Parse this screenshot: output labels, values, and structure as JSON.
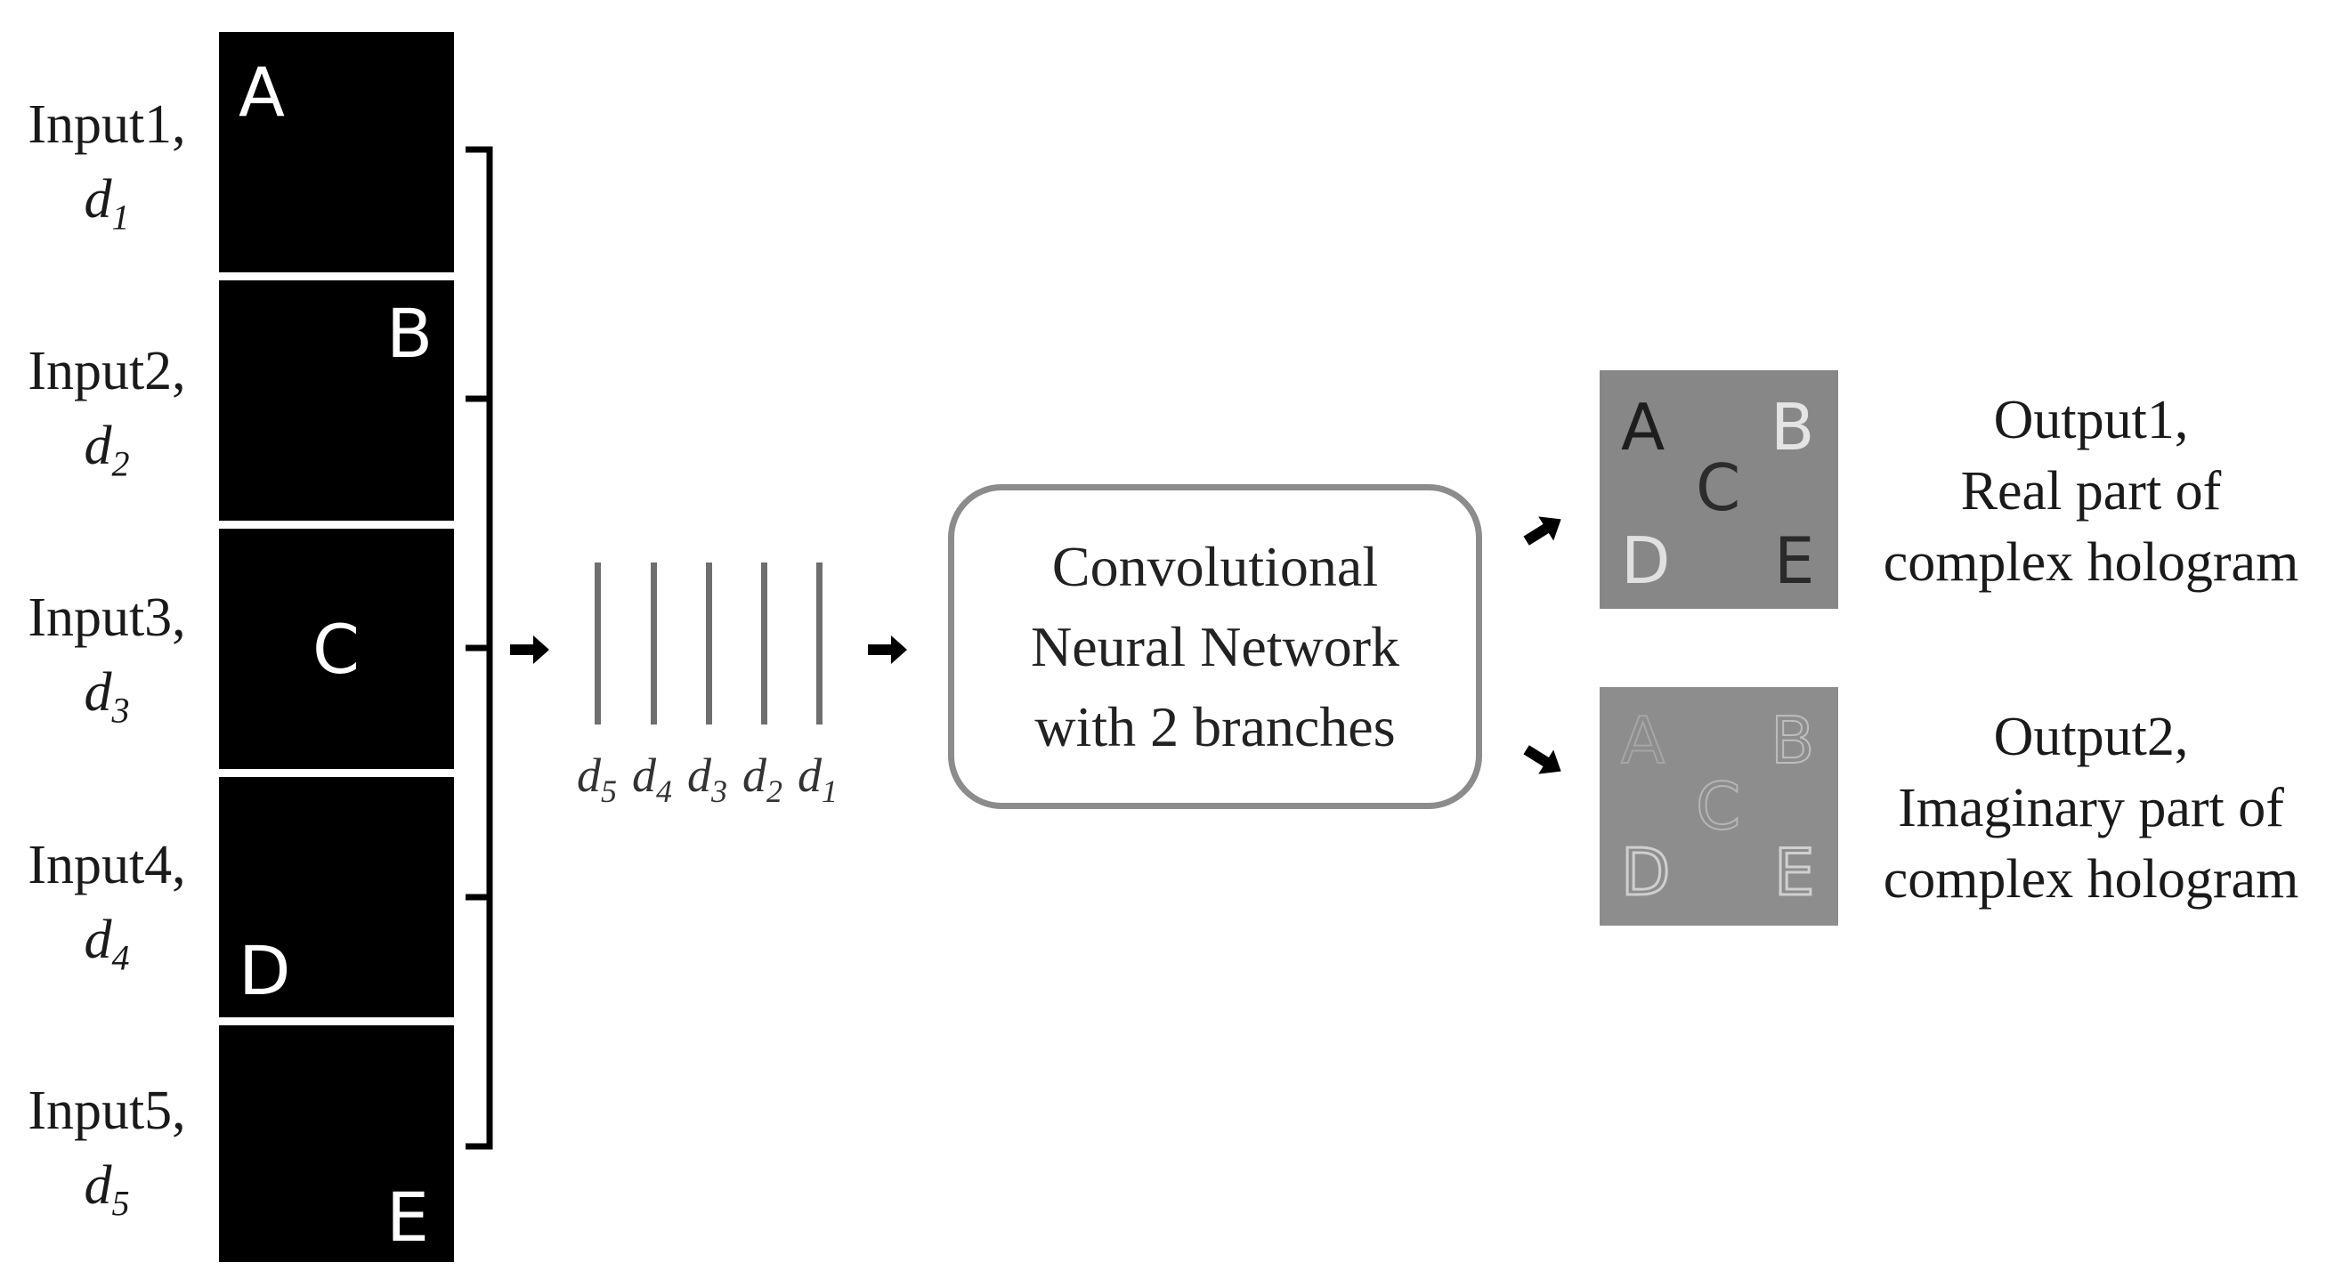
{
  "inputs": [
    {
      "label": "Input1,",
      "depth_symbol": "d",
      "depth_sub": "1",
      "tile_letter": "A"
    },
    {
      "label": "Input2,",
      "depth_symbol": "d",
      "depth_sub": "2",
      "tile_letter": "B"
    },
    {
      "label": "Input3,",
      "depth_symbol": "d",
      "depth_sub": "3",
      "tile_letter": "C"
    },
    {
      "label": "Input4,",
      "depth_symbol": "d",
      "depth_sub": "4",
      "tile_letter": "D"
    },
    {
      "label": "Input5,",
      "depth_symbol": "d",
      "depth_sub": "5",
      "tile_letter": "E"
    }
  ],
  "depth_stack": [
    {
      "symbol": "d",
      "sub": "5"
    },
    {
      "symbol": "d",
      "sub": "4"
    },
    {
      "symbol": "d",
      "sub": "3"
    },
    {
      "symbol": "d",
      "sub": "2"
    },
    {
      "symbol": "d",
      "sub": "1"
    }
  ],
  "cnn": {
    "line1": "Convolutional",
    "line2": "Neural Network",
    "line3": "with 2 branches"
  },
  "outputs": [
    {
      "line1": "Output1,",
      "line2": "Real part of",
      "line3": "complex hologram",
      "letters": [
        "A",
        "B",
        "C",
        "D",
        "E"
      ]
    },
    {
      "line1": "Output2,",
      "line2": "Imaginary part of",
      "line3": "complex hologram",
      "letters": [
        "A",
        "B",
        "C",
        "D",
        "E"
      ]
    }
  ],
  "colors": {
    "tile": "#000000",
    "tile_text": "#ffffff",
    "real_bg": "#888888",
    "imag_bg": "#8e8e8e",
    "box_border": "#8c8c8c",
    "plane": "#6f6f6f"
  }
}
